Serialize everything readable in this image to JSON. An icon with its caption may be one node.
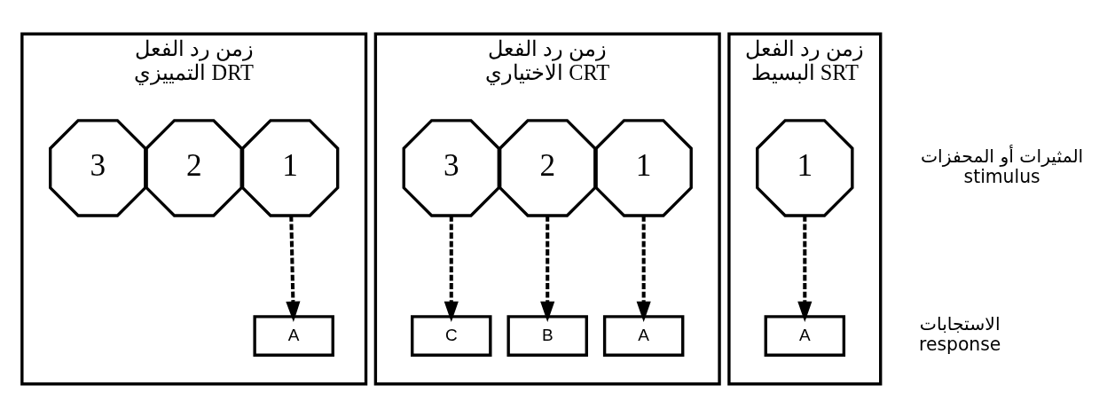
{
  "diagram": {
    "nodes": [
      {
        "text": [
          "زمن رد الفعل التمييزي DRT"
        ]
      },
      {
        "text": [
          "3"
        ],
        "in": 0
      },
      {
        "text": [
          "2"
        ],
        "in": 0
      },
      {
        "text": [
          "1"
        ],
        "in": 0
      },
      {
        "text": [
          "A"
        ],
        "in": 0
      },
      {
        "text": [
          "زمن رد الفعل الاختياري CRT"
        ]
      },
      {
        "text": [
          "3"
        ],
        "in": 5
      },
      {
        "text": [
          "2"
        ],
        "in": 5
      },
      {
        "text": [
          "1"
        ],
        "in": 5
      },
      {
        "text": [
          "C"
        ],
        "in": 5
      },
      {
        "text": [
          "B"
        ],
        "in": 5
      },
      {
        "text": [
          "A"
        ],
        "in": 5
      },
      {
        "text": [
          "زمن رد الفعل البسيط SRT"
        ]
      },
      {
        "text": [
          "1"
        ],
        "in": 12
      },
      {
        "text": [
          "A"
        ],
        "in": 12
      }
    ],
    "edges": [
      {
        "from": 3,
        "to": 4,
        "arrow": "to",
        "style": "dashed"
      },
      {
        "from": 6,
        "to": 9,
        "arrow": "to",
        "style": "dashed"
      },
      {
        "from": 7,
        "to": 10,
        "arrow": "to",
        "style": "dashed"
      },
      {
        "from": 8,
        "to": 11,
        "arrow": "to",
        "style": "dashed"
      },
      {
        "from": 13,
        "to": 14,
        "arrow": "to",
        "style": "dashed"
      }
    ],
    "labels": [
      "المثيرات أو المحفزات",
      "stimulus",
      "الاستجابات",
      "response"
    ]
  }
}
